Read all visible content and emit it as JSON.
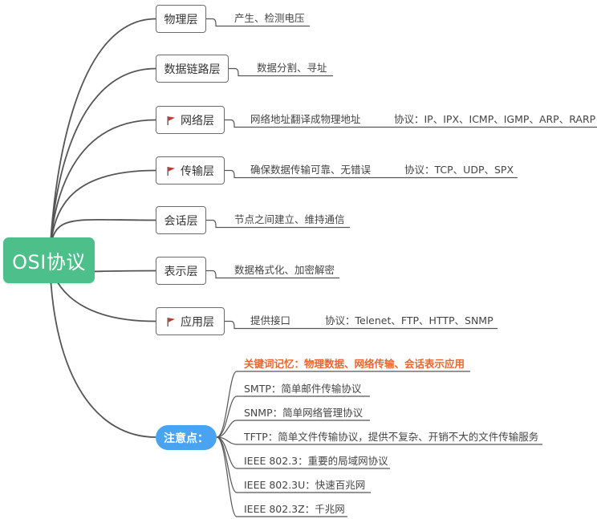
{
  "root": {
    "label": "OSI协议"
  },
  "layers": [
    {
      "label": "物理层",
      "flag": false,
      "notes": [
        "产生、检测电压"
      ]
    },
    {
      "label": "数据链路层",
      "flag": false,
      "notes": [
        "数据分割、寻址"
      ]
    },
    {
      "label": "网络层",
      "flag": true,
      "notes": [
        "网络地址翻译成物理地址",
        "协议：IP、IPX、ICMP、IGMP、ARP、RARP"
      ]
    },
    {
      "label": "传输层",
      "flag": true,
      "notes": [
        "确保数据传输可靠、无错误",
        "协议：TCP、UDP、SPX"
      ]
    },
    {
      "label": "会话层",
      "flag": false,
      "notes": [
        "节点之间建立、维持通信"
      ]
    },
    {
      "label": "表示层",
      "flag": false,
      "notes": [
        "数据格式化、加密解密"
      ]
    },
    {
      "label": "应用层",
      "flag": true,
      "notes": [
        "提供接口",
        "协议：Telenet、FTP、HTTP、SNMP"
      ]
    }
  ],
  "note_node": {
    "label": "注意点：",
    "items": [
      {
        "text": "关键词记忆：物理数据、网络传输、会话表示应用",
        "highlight": true
      },
      {
        "text": "SMTP：简单邮件传输协议",
        "highlight": false
      },
      {
        "text": "SNMP：简单网络管理协议",
        "highlight": false
      },
      {
        "text": "TFTP：简单文件传输协议，提供不复杂、开销不大的文件传输服务",
        "highlight": false
      },
      {
        "text": "IEEE 802.3：重要的局域网协议",
        "highlight": false
      },
      {
        "text": "IEEE 802.3U：快速百兆网",
        "highlight": false
      },
      {
        "text": "IEEE 802.3Z：千兆网",
        "highlight": false
      }
    ]
  },
  "colors": {
    "root": "#4cbf8a",
    "note": "#4aa3f0",
    "flag": "#c0392b",
    "highlight": "#e8662f",
    "line": "#555555"
  }
}
